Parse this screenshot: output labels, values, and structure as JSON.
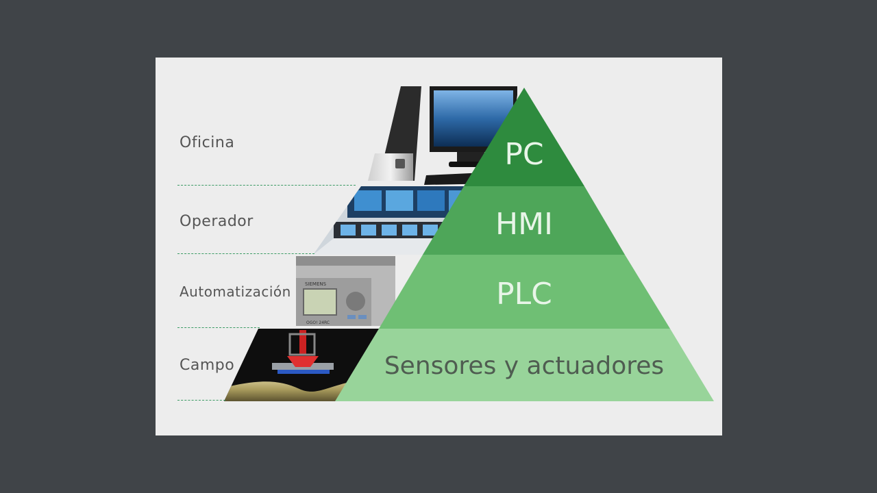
{
  "levels": [
    {
      "label": "Oficina"
    },
    {
      "label": "Operador"
    },
    {
      "label": "Automatización"
    },
    {
      "label": "Campo"
    }
  ],
  "pyramid": [
    {
      "label": "PC",
      "color": "#2e8b3e"
    },
    {
      "label": "HMI",
      "color": "#4ea659"
    },
    {
      "label": "PLC",
      "color": "#6fbf74"
    },
    {
      "label": "Sensores y actuadores",
      "color": "#98d49a"
    }
  ],
  "plc_device": {
    "brand": "SIEMENS",
    "model": "OGO! 24RC"
  },
  "colors": {
    "slide_bg": "#ededed",
    "outer_bg": "#404448",
    "divider": "#3a9a63"
  }
}
